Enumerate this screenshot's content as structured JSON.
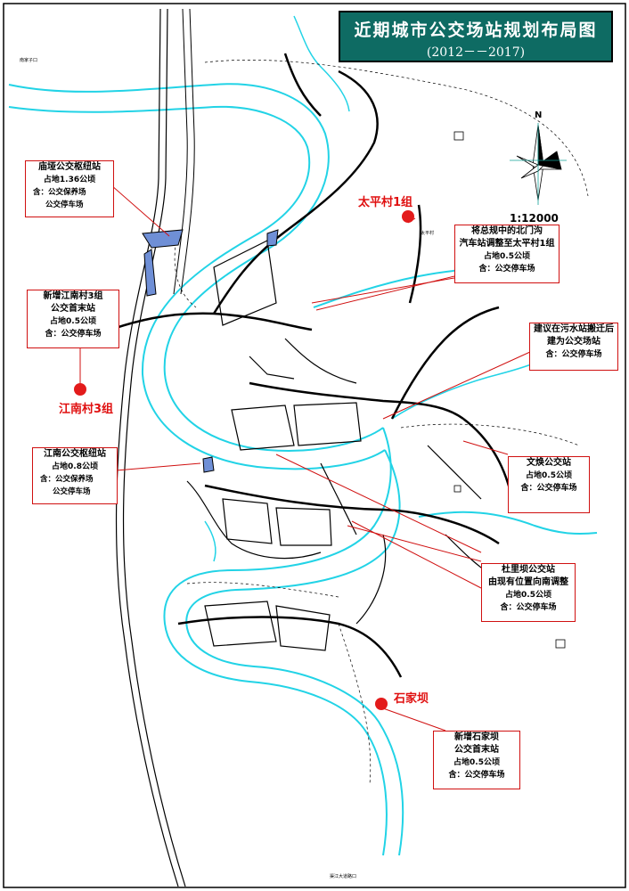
{
  "title": "近期城市公交场站规划布局图",
  "subtitle": "(2012－－2017)",
  "scale": "1:12000",
  "north_label": "N",
  "colors": {
    "river": "#22d3e6",
    "road": "#000000",
    "callout_border": "#d01010",
    "marker": "#e31b1b",
    "station_fill": "#6f8fd6",
    "title_bg": "#0e6b63"
  },
  "places": [
    {
      "id": "taiping",
      "label": "太平村1组"
    },
    {
      "id": "jiangnan3",
      "label": "江南村3组"
    },
    {
      "id": "shijiaba",
      "label": "石家坝"
    }
  ],
  "callouts": [
    {
      "id": "miaoya",
      "name": "庙垭公交枢纽站",
      "lines": [
        "占地1.36公顷"
      ],
      "subs": [
        "含：公交保养场",
        "公交停车场"
      ]
    },
    {
      "id": "jiangnan_new",
      "name": "新增江南村3组",
      "name2": "公交首末站",
      "lines": [
        "占地0.5公顷"
      ],
      "subs": [
        "含：公交停车场"
      ]
    },
    {
      "id": "beimengou",
      "name": "将总规中的北门沟",
      "name2": "汽车站调整至太平村1组",
      "lines": [
        "占地0.5公顷"
      ],
      "subs": [
        "含：公交停车场"
      ]
    },
    {
      "id": "wushui",
      "name": "建议在污水站搬迁后",
      "name2": "建为公交场站",
      "lines": [],
      "subs": [
        "含：公交停车场"
      ]
    },
    {
      "id": "jiangnan_hub",
      "name": "江南公交枢纽站",
      "lines": [
        "占地0.8公顷"
      ],
      "subs": [
        "含：公交保养场",
        "公交停车场"
      ]
    },
    {
      "id": "wenhuan",
      "name": "文焕公交站",
      "lines": [
        "占地0.5公顷"
      ],
      "subs": [
        "含：公交停车场"
      ]
    },
    {
      "id": "dulibar",
      "name": "杜里坝公交站",
      "name2": "由现有位置向南调整",
      "lines": [
        "占地0.5公顷"
      ],
      "subs": [
        "含：公交停车场"
      ]
    },
    {
      "id": "shijiaba_new",
      "name": "新增石家坝",
      "name2": "公交首末站",
      "lines": [
        "占地0.5公顷"
      ],
      "subs": [
        "含：公交停车场"
      ]
    }
  ],
  "small_labels": {
    "top_left": "南家子口",
    "top_right": "太平村",
    "bottom": "渠江大道路口"
  }
}
